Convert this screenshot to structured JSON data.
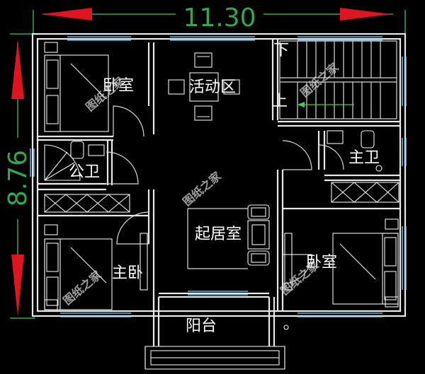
{
  "dimensions": {
    "width_label": "11.30",
    "height_label": "8.76"
  },
  "rooms": {
    "bedroom_nw": "卧室",
    "activity_area": "活动区",
    "stair_down": "下",
    "stair_up": "上",
    "public_bath": "公卫",
    "master_bath": "主卫",
    "living_room": "起居室",
    "master_bedroom": "主卧",
    "bedroom_se": "卧室",
    "balcony": "阳台"
  },
  "watermark": "图纸之家",
  "colors": {
    "background": "#000000",
    "wall": "#e8e8e8",
    "dimension_line": "#2fa84f",
    "arrow": "#e0141e",
    "window": "#7fd6ff"
  }
}
